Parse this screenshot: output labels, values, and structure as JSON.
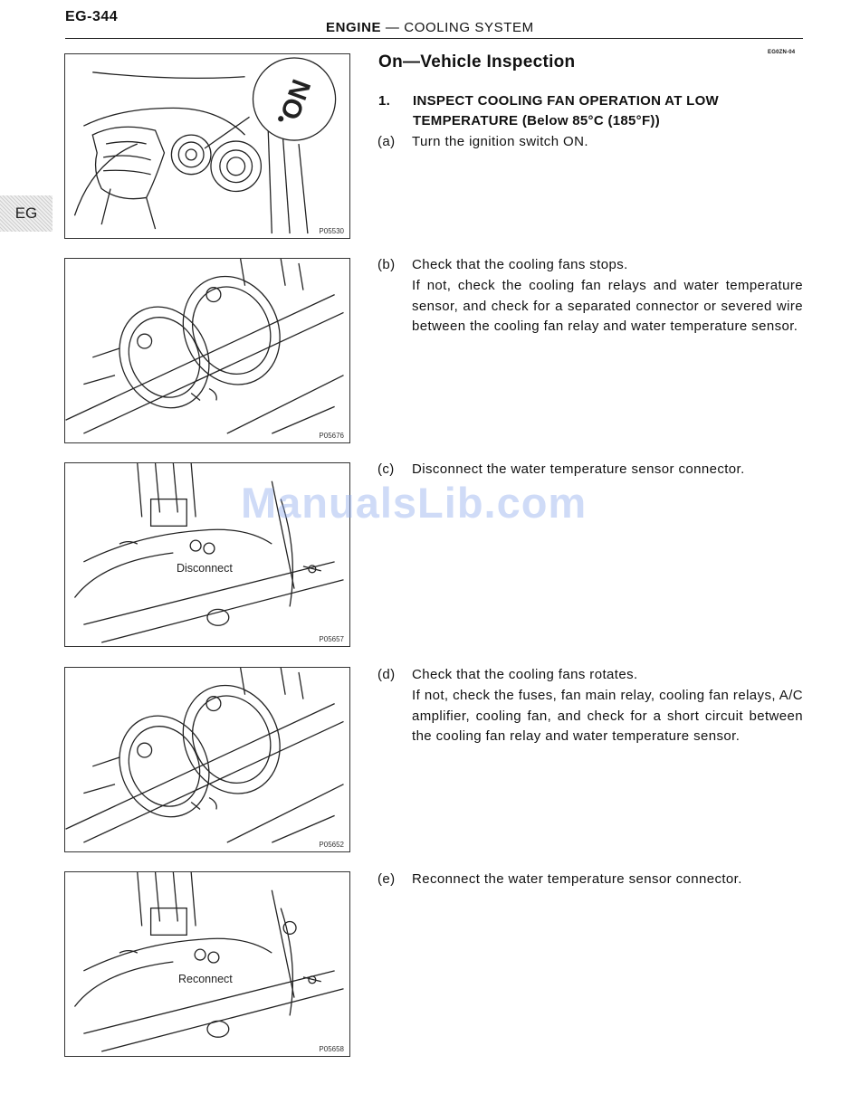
{
  "header": {
    "page_number": "EG-344",
    "title_bold": "ENGINE",
    "title_rest": " — COOLING SYSTEM",
    "doc_code": "EG0ZN-04"
  },
  "side_tab": "EG",
  "section_title": "On—Vehicle Inspection",
  "step1": {
    "number": "1.",
    "line1": "INSPECT COOLING FAN OPERATION AT LOW",
    "line2": "TEMPERATURE (Below 85°C (185°F))"
  },
  "substeps": {
    "a": {
      "label": "(a)",
      "text": "Turn the ignition switch ON."
    },
    "b": {
      "label": "(b)",
      "line1": "Check that the cooling fans stops.",
      "line2": "If not, check the cooling fan relays and water temperature sensor, and check for a separated connector or severed wire between the cooling fan relay and water temperature sensor."
    },
    "c": {
      "label": "(c)",
      "text": "Disconnect the water temperature sensor connector."
    },
    "d": {
      "label": "(d)",
      "line1": "Check that the cooling fans rotates.",
      "line2": "If not, check the fuses, fan main relay, cooling fan relays, A/C amplifier, cooling fan, and check for a short circuit between the cooling fan relay and water temperature sensor."
    },
    "e": {
      "label": "(e)",
      "text": "Reconnect the water temperature sensor connector."
    }
  },
  "figures": {
    "fig1": {
      "code": "P05530",
      "callout": "ON"
    },
    "fig2": {
      "code": "P05676"
    },
    "fig3": {
      "code": "P05657",
      "label": "Disconnect"
    },
    "fig4": {
      "code": "P05652"
    },
    "fig5": {
      "code": "P05658",
      "label": "Reconnect"
    }
  },
  "watermark": "ManualsLib.com"
}
